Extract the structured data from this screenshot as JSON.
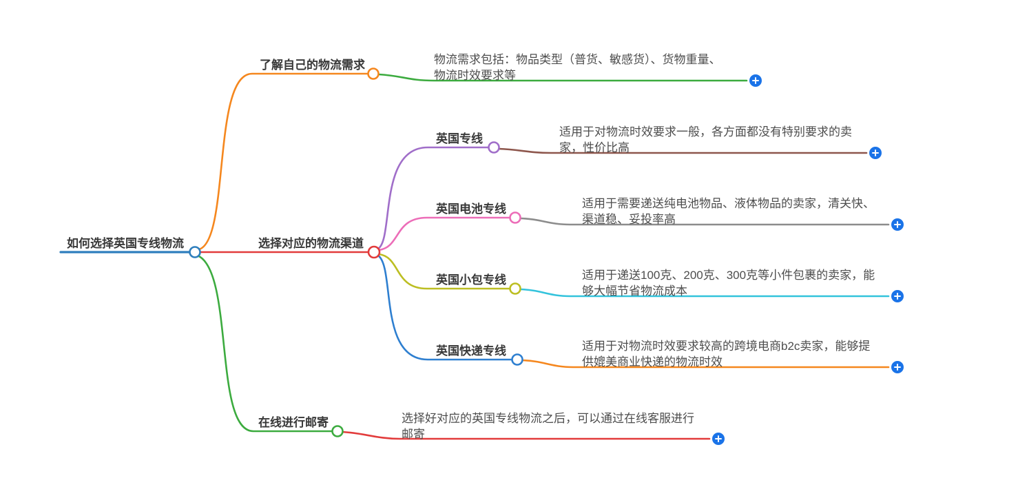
{
  "colors": {
    "root_blue": "#2e7ebd",
    "orange": "#f5871e",
    "red": "#e23b3b",
    "green": "#3cab3f",
    "purple": "#a06ec9",
    "pink": "#ec6db8",
    "olive": "#bcbe22",
    "blue": "#2e7fd0",
    "brown": "#8d564c",
    "gray": "#8c8c8c",
    "cyan": "#33c3dc",
    "plus_blue": "#1a73e8"
  },
  "root": {
    "label": "如何选择英国专线物流"
  },
  "branch1": {
    "label": "了解自己的物流需求",
    "note": "物流需求包括：物品类型（普货、敏感货）、货物重量、\n物流时效要求等"
  },
  "branch2": {
    "label": "选择对应的物流渠道",
    "children": [
      {
        "label": "英国专线",
        "note": "适用于对物流时效要求一般，各方面都没有特别要求的卖\n家，性价比高"
      },
      {
        "label": "英国电池专线",
        "note": "适用于需要递送纯电池物品、液体物品的卖家，清关快、\n渠道稳、妥投率高"
      },
      {
        "label": "英国小包专线",
        "note": "适用于递送100克、200克、300克等小件包裹的卖家，能\n够大幅节省物流成本"
      },
      {
        "label": "英国快递专线",
        "note": "适用于对物流时效要求较高的跨境电商b2c卖家，能够提\n供媲美商业快递的物流时效"
      }
    ]
  },
  "branch3": {
    "label": "在线进行邮寄",
    "note": "选择好对应的英国专线物流之后，可以通过在线客服进行\n邮寄"
  }
}
